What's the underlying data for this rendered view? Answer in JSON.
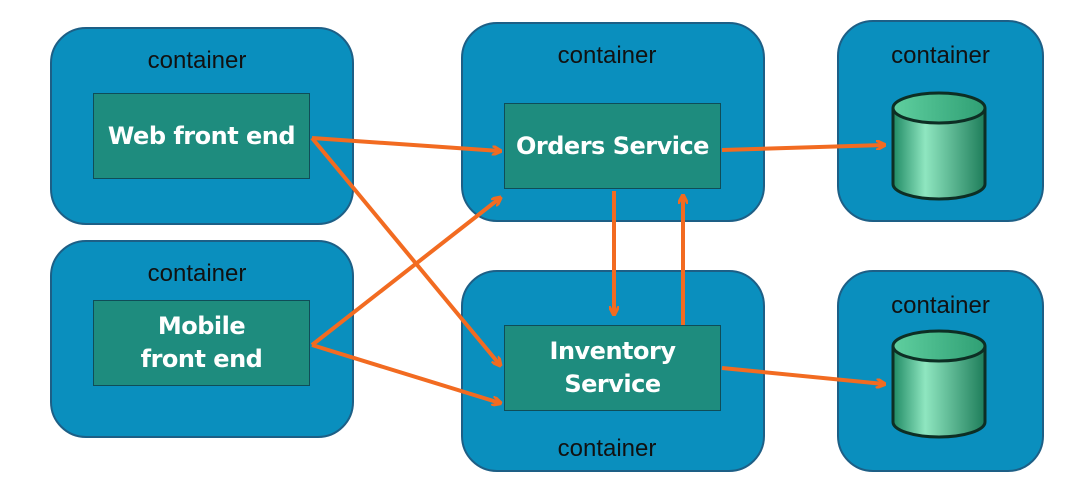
{
  "containers": {
    "web": {
      "label": "container"
    },
    "mobile": {
      "label": "container"
    },
    "orders": {
      "label": "container"
    },
    "inventory": {
      "label": "container"
    },
    "db_orders": {
      "label": "container"
    },
    "db_inventory": {
      "label": "container"
    }
  },
  "services": {
    "web_front_end": "Web front end",
    "mobile_front_end": "Mobile front end",
    "orders_service": "Orders Service",
    "inventory_service": "Inventory Service"
  },
  "colors": {
    "container_fill": "#0a8fbe",
    "container_border": "#1d5f86",
    "service_fill": "#1e8c7e",
    "arrow": "#f26b21",
    "database": "#3fbf8f"
  },
  "icons": [
    "database-icon",
    "database-icon"
  ]
}
